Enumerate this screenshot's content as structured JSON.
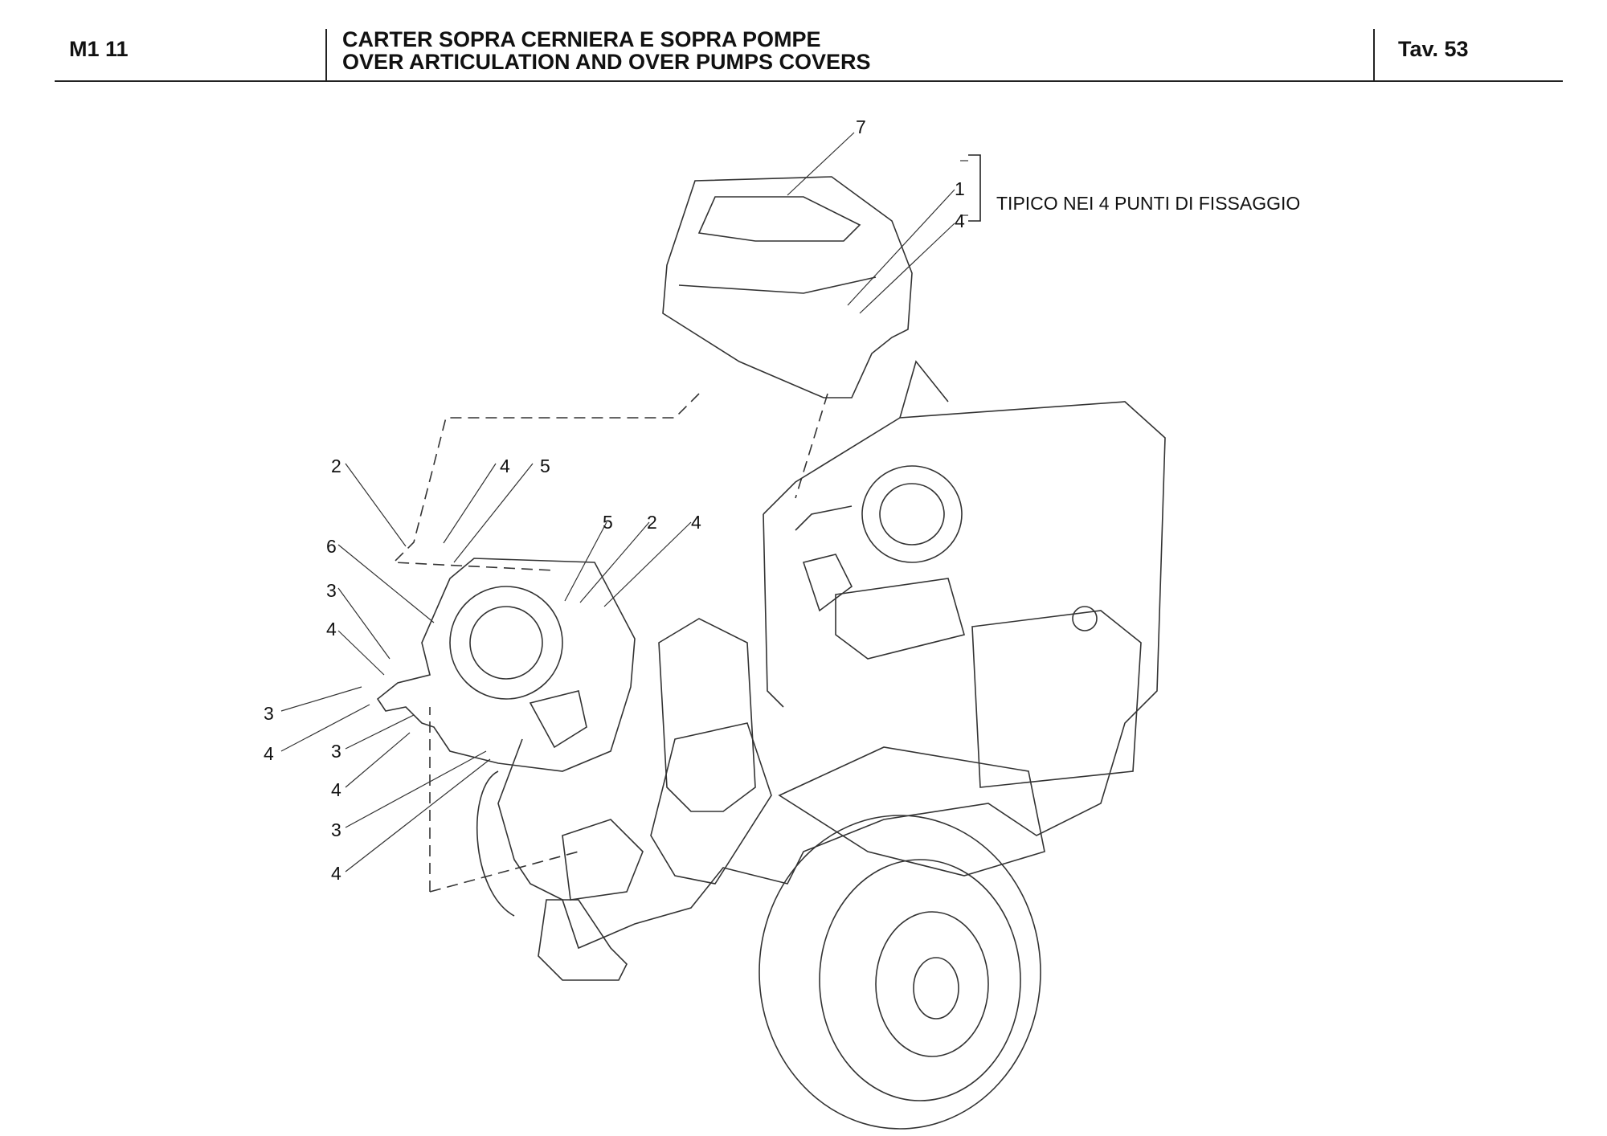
{
  "header": {
    "sheet_code": "M1 11",
    "title_it": "CARTER SOPRA CERNIERA E SOPRA POMPE",
    "title_en": "OVER ARTICULATION AND OVER PUMPS COVERS",
    "plate": "Tav.  53"
  },
  "note": "TIPICO NEI 4 PUNTI DI FISSAGGIO",
  "callouts": [
    {
      "id": "c7",
      "label": "7"
    },
    {
      "id": "c1a",
      "label": "1"
    },
    {
      "id": "c4a",
      "label": "4"
    },
    {
      "id": "c2a",
      "label": "2"
    },
    {
      "id": "c4b",
      "label": "4"
    },
    {
      "id": "c5a",
      "label": "5"
    },
    {
      "id": "c5b",
      "label": "5"
    },
    {
      "id": "c2b",
      "label": "2"
    },
    {
      "id": "c4c",
      "label": "4"
    },
    {
      "id": "c6",
      "label": "6"
    },
    {
      "id": "c3a",
      "label": "3"
    },
    {
      "id": "c4d",
      "label": "4"
    },
    {
      "id": "c3b",
      "label": "3"
    },
    {
      "id": "c4e",
      "label": "4"
    },
    {
      "id": "c3c",
      "label": "3"
    },
    {
      "id": "c4f",
      "label": "4"
    },
    {
      "id": "c3d",
      "label": "3"
    },
    {
      "id": "c4g",
      "label": "4"
    }
  ]
}
